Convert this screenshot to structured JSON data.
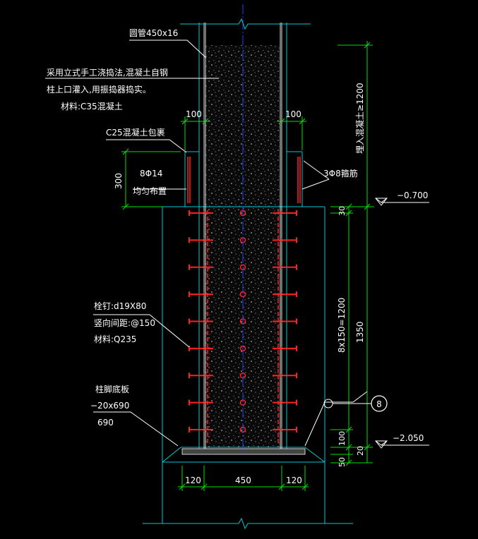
{
  "colors": {
    "background": "#000000",
    "outline": "#00c8d0",
    "leader": "#ffffff",
    "dimension": "#00e000",
    "steel": "#ff2020",
    "axis": "#2040ff"
  },
  "icons": {
    "level": "triangle-level-marker",
    "grid": "circle-grid-bubble"
  },
  "labels": {
    "pipe": "圆管450x16",
    "method1": "采用立式手工浇捣法,混凝土自钢",
    "method2": "柱上口灌入,用振捣器捣实。",
    "material1": "材料:C35混凝土",
    "encase": "C25混凝土包裹",
    "rebar1": "8Φ14",
    "rebar2": "均匀布置",
    "stirrup": "3Φ8箍筋",
    "stud1": "栓钉:d19X80",
    "stud2": "竖向间距:@150",
    "stud3": "材料:Q235",
    "base1": "柱脚底板",
    "base2": "−20x690",
    "base3": "690",
    "grade": "埋入混凝土≥1200",
    "level_top": "−0.700",
    "level_bottom": "−2.050",
    "grid": "8"
  },
  "dims": {
    "left_100": "100",
    "right_100": "100",
    "d300": "300",
    "d30": "30",
    "d8x150": "8x150=1200",
    "d1350": "1350",
    "d100": "100",
    "d20": "20",
    "d50": "50",
    "b120a": "120",
    "b450": "450",
    "b120b": "120"
  },
  "studs": {
    "rows": 9,
    "first_mm": 0,
    "spacing_mm": 150
  }
}
